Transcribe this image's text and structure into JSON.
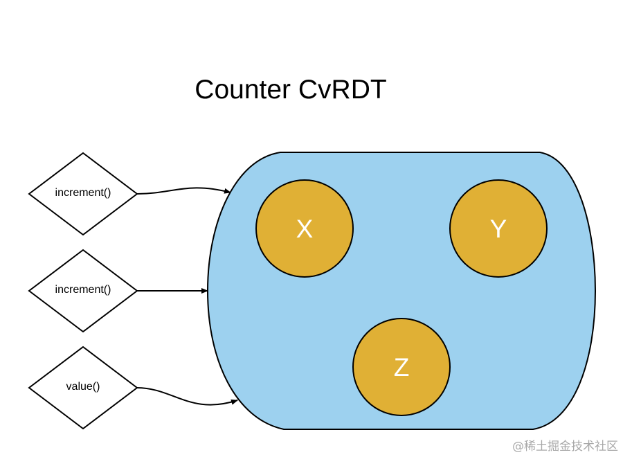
{
  "title": "Counter CvRDT",
  "operations": [
    {
      "label": "increment()"
    },
    {
      "label": "increment()"
    },
    {
      "label": "value()"
    }
  ],
  "replicas": [
    {
      "label": "X"
    },
    {
      "label": "Y"
    },
    {
      "label": "Z"
    }
  ],
  "colors": {
    "container_fill": "#9dd1ef",
    "replica_fill": "#e0b035",
    "stroke": "#000000",
    "replica_text": "#ffffff"
  },
  "watermark": "@稀土掘金技术社区"
}
